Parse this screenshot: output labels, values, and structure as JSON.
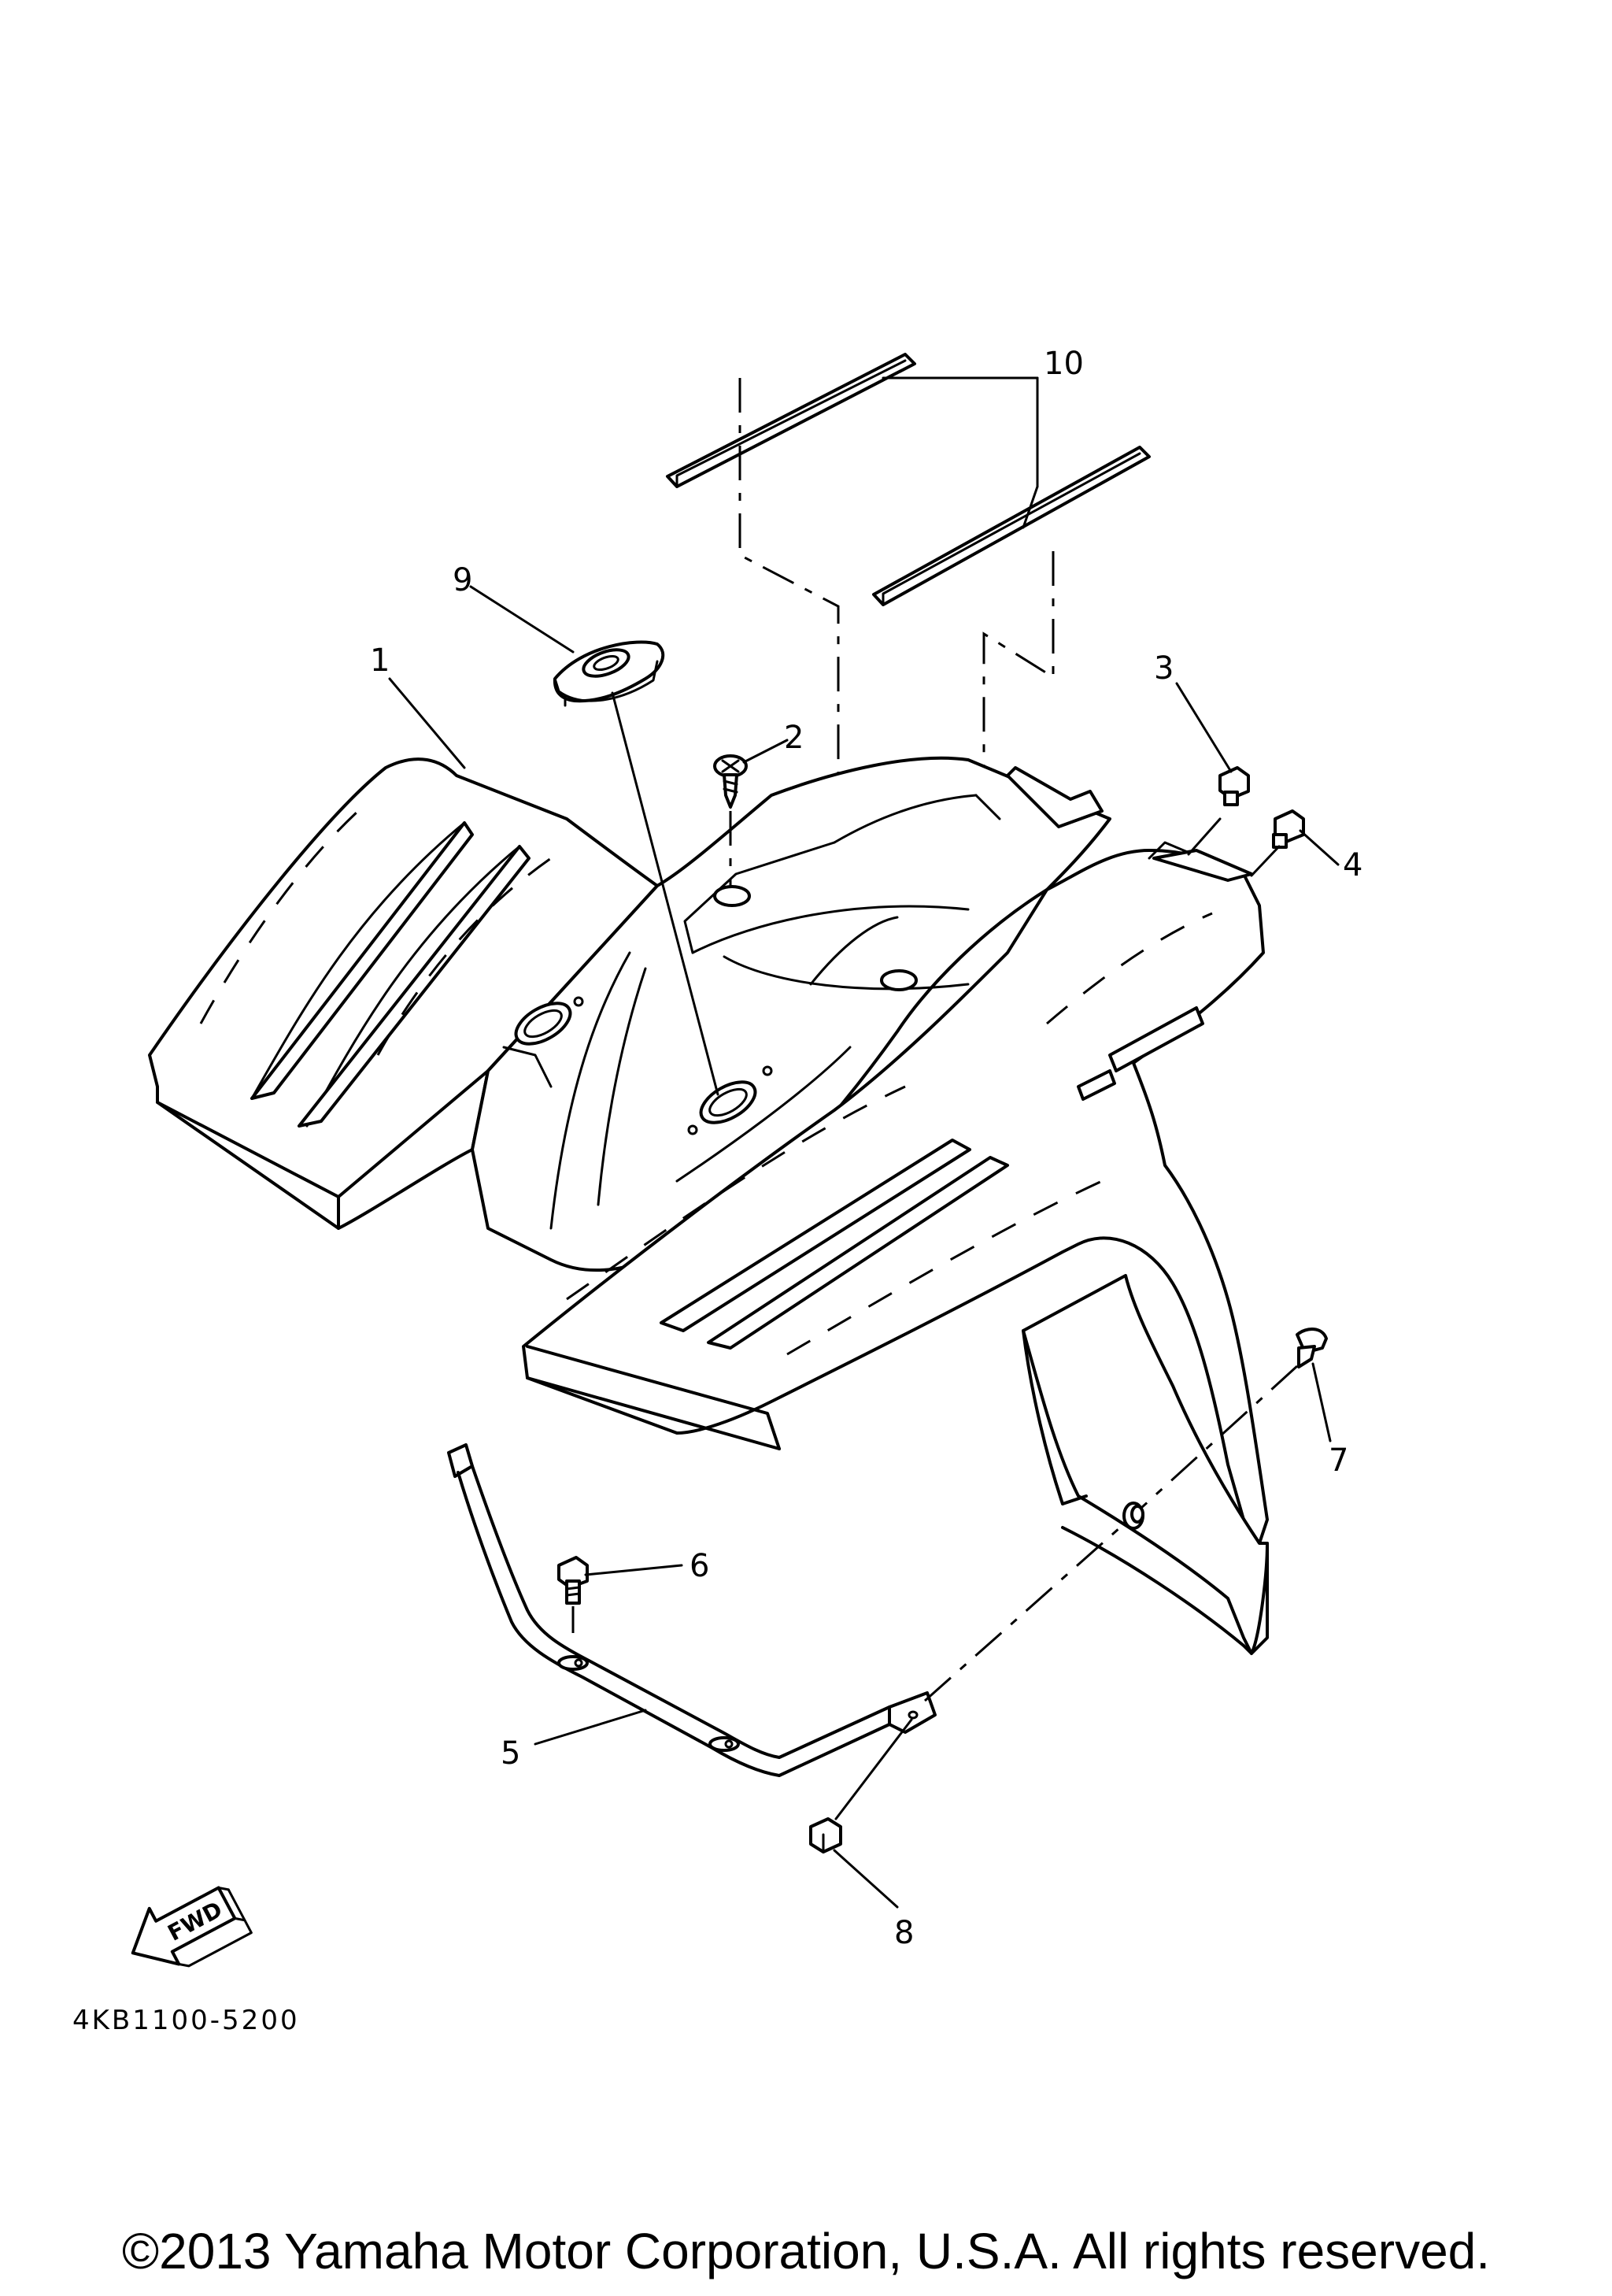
{
  "diagram": {
    "callouts": [
      {
        "id": "1",
        "label": "1",
        "part": "fender"
      },
      {
        "id": "2",
        "label": "2",
        "part": "screw"
      },
      {
        "id": "3",
        "label": "3",
        "part": "bolt"
      },
      {
        "id": "4",
        "label": "4",
        "part": "bolt"
      },
      {
        "id": "5",
        "label": "5",
        "part": "stay"
      },
      {
        "id": "6",
        "label": "6",
        "part": "bolt"
      },
      {
        "id": "7",
        "label": "7",
        "part": "bolt"
      },
      {
        "id": "8",
        "label": "8",
        "part": "nut"
      },
      {
        "id": "9",
        "label": "9",
        "part": "cap"
      },
      {
        "id": "10",
        "label": "10",
        "part": "seal strips"
      }
    ],
    "fwd_label": "FWD",
    "diagram_code": "4KB1100-5200"
  },
  "footer": {
    "copyright": "©2013 Yamaha Motor Corporation, U.S.A. All rights reserved."
  }
}
